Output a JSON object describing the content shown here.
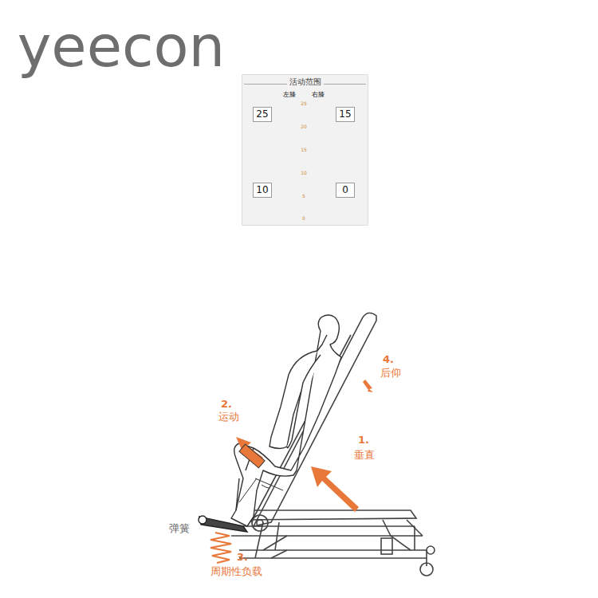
{
  "diagram": {
    "nodes": [
      {
        "text": [
          "活动范围"
        ]
      },
      {
        "text": [
          "25"
        ],
        "in": 0
      },
      {
        "text": [
          "15"
        ],
        "in": 0
      },
      {
        "text": [
          "10"
        ],
        "in": 0
      },
      {
        "text": [
          "0"
        ],
        "in": 0
      }
    ],
    "labels": [
      "yeecon",
      "左膝",
      "右膝",
      "25",
      "20",
      "15",
      "10",
      "5",
      "0",
      "4.",
      "后仰",
      "2.",
      "运动",
      "1.",
      "垂直",
      "弹簧",
      "3.",
      "周期性负载"
    ]
  }
}
